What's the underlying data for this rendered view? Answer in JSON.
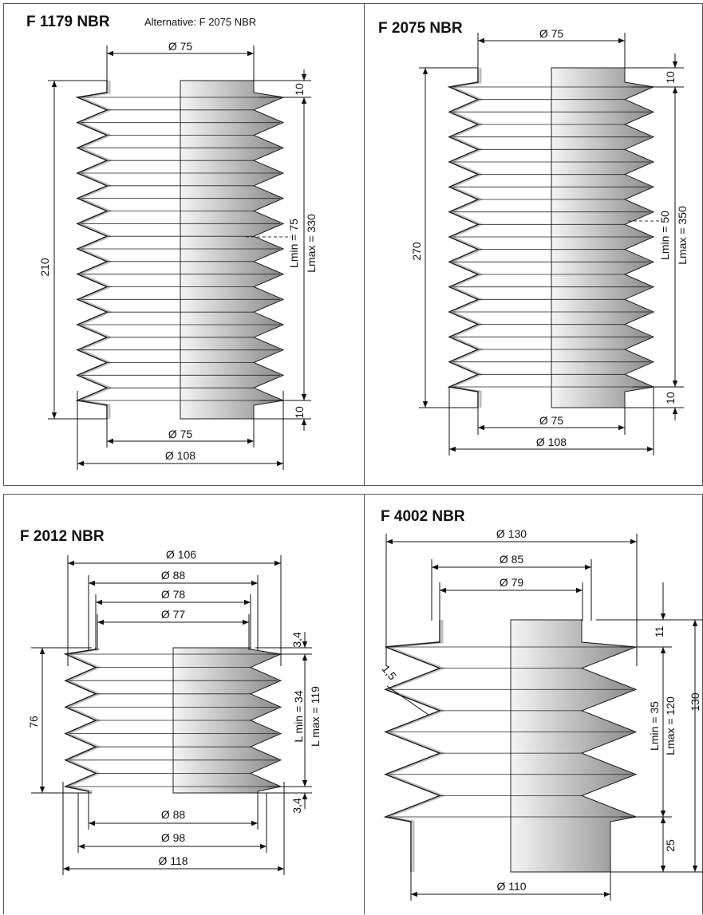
{
  "panels": [
    {
      "id": "F1179",
      "title": "F 1179 NBR",
      "alternative": "Alternative: F 2075 NBR",
      "dims": {
        "d_top": "Ø 75",
        "d_bottom_inner": "Ø 75",
        "d_bottom_outer": "Ø 108",
        "height": "210",
        "flange_top": "10",
        "flange_bottom": "10",
        "lmin": "Lmin =  75",
        "lmax": "Lmax = 330"
      }
    },
    {
      "id": "F2075",
      "title": "F 2075 NBR",
      "dims": {
        "d_top": "Ø 75",
        "d_bottom_inner": "Ø 75",
        "d_bottom_outer": "Ø 108",
        "height": "270",
        "flange_top": "10",
        "flange_bottom": "10",
        "lmin": "Lmin =  50",
        "lmax": "Lmax = 350"
      }
    },
    {
      "id": "F2012",
      "title": "F 2012 NBR",
      "dims": {
        "d1": "Ø 106",
        "d2": "Ø 88",
        "d3": "Ø 78",
        "d4": "Ø 77",
        "b1": "Ø 88",
        "b2": "Ø 98",
        "b3": "Ø 118",
        "height": "76",
        "flange_top": "3,4",
        "flange_bottom": "3,4",
        "lmin": "L min =  34",
        "lmax": "L max = 119"
      }
    },
    {
      "id": "F4002",
      "title": "F 4002 NBR",
      "dims": {
        "d1": "Ø 130",
        "d2": "Ø 85",
        "d3": "Ø 79",
        "bottom": "Ø 110",
        "wall": "1,5",
        "height": "130",
        "flange_top": "11",
        "flange_bottom": "25",
        "lmin": "Lmin =  35",
        "lmax": "Lmax = 120"
      }
    }
  ],
  "colors": {
    "rubber_light": "#f2f2f2",
    "rubber_dark": "#8c8c8c",
    "line": "#1a1a1a"
  }
}
